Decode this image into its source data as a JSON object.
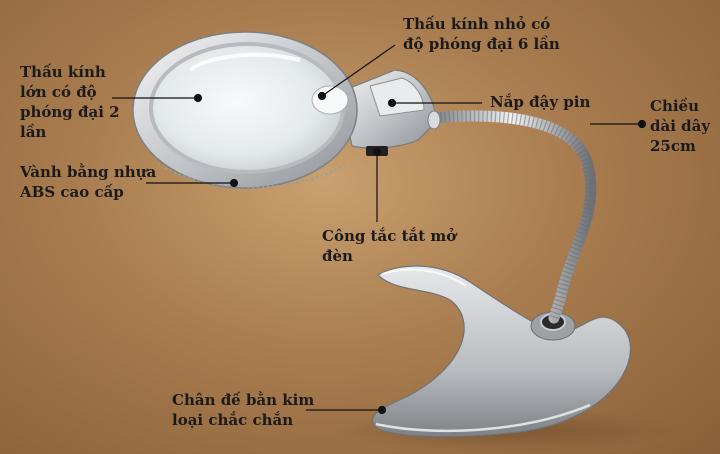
{
  "callouts": {
    "large_lens": {
      "lines": [
        "Thấu kính",
        "lớn có độ",
        "phóng đại 2",
        "lần"
      ]
    },
    "small_lens": {
      "lines": [
        "Thấu kính nhỏ có",
        "độ phóng đại 6 lần"
      ]
    },
    "rim": {
      "lines": [
        "Vành bằng nhựa",
        "ABS cao cấp"
      ]
    },
    "battery_cover": {
      "lines": [
        "Nắp đậy pin"
      ]
    },
    "cord_length": {
      "lines": [
        "Chiều",
        "dài dây",
        "25cm"
      ]
    },
    "switch": {
      "lines": [
        "Công tắc tắt mở",
        "đèn"
      ]
    },
    "base": {
      "lines": [
        "Chân đế bằn kim",
        "loại chắc chắn"
      ]
    }
  },
  "colors": {
    "background": "#a87c4e",
    "silver": "#d6d8db",
    "lens_glass": "#eef2f3",
    "leader_line": "#111111",
    "text": "#1a1a1a"
  }
}
